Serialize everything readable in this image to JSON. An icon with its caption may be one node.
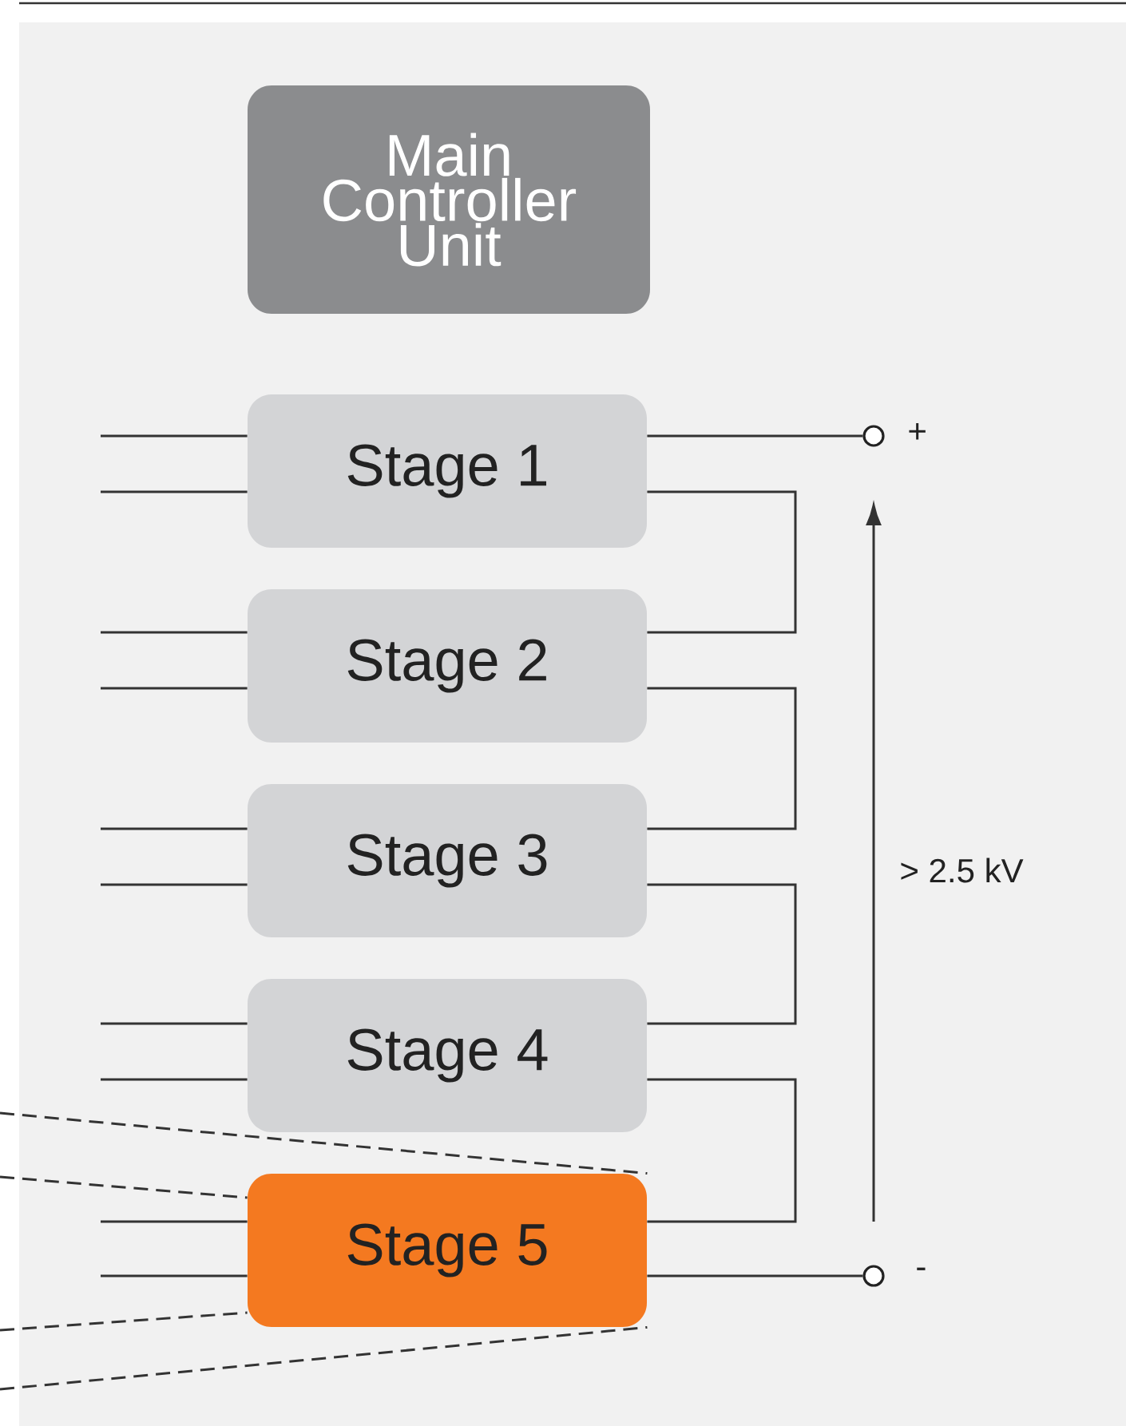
{
  "diagram": {
    "nodes": [
      {
        "text": [
          "Main Controller Unit"
        ]
      },
      {
        "text": [
          "Stage 1"
        ]
      },
      {
        "text": [
          "Stage 2"
        ]
      },
      {
        "text": [
          "Stage 3"
        ]
      },
      {
        "text": [
          "Stage 4"
        ]
      },
      {
        "text": [
          "Stage 5"
        ]
      },
      {
        "text": [],
        "shape": "circle",
        "beside": [
          "+"
        ]
      },
      {
        "text": [],
        "shape": "circle",
        "beside": [
          "-"
        ]
      }
    ],
    "edges": [
      {
        "from": 1,
        "to": 6,
        "arrow": "none"
      },
      {
        "from": 1,
        "to": 2,
        "arrow": "none"
      },
      {
        "from": 2,
        "to": 3,
        "arrow": "none"
      },
      {
        "from": 3,
        "to": 4,
        "arrow": "none"
      },
      {
        "from": 4,
        "to": 5,
        "arrow": "none"
      },
      {
        "from": 5,
        "to": 7,
        "arrow": "none"
      },
      {
        "from": null,
        "to": 1,
        "arrow": "none"
      },
      {
        "from": null,
        "to": 1,
        "arrow": "none"
      },
      {
        "from": null,
        "to": 2,
        "arrow": "none"
      },
      {
        "from": null,
        "to": 2,
        "arrow": "none"
      },
      {
        "from": null,
        "to": 3,
        "arrow": "none"
      },
      {
        "from": null,
        "to": 3,
        "arrow": "none"
      },
      {
        "from": null,
        "to": 4,
        "arrow": "none"
      },
      {
        "from": null,
        "to": 4,
        "arrow": "none"
      },
      {
        "from": null,
        "to": 5,
        "arrow": "none"
      },
      {
        "from": null,
        "to": 5,
        "arrow": "none"
      },
      {
        "from": null,
        "to": 5,
        "arrow": "none",
        "style": "dashed"
      },
      {
        "from": null,
        "to": 5,
        "arrow": "none",
        "style": "dashed"
      },
      {
        "from": null,
        "to": 5,
        "arrow": "none",
        "style": "dashed"
      },
      {
        "from": null,
        "to": 5,
        "arrow": "none",
        "style": "dashed"
      }
    ],
    "labels": [
      "> 2.5 kV"
    ]
  }
}
